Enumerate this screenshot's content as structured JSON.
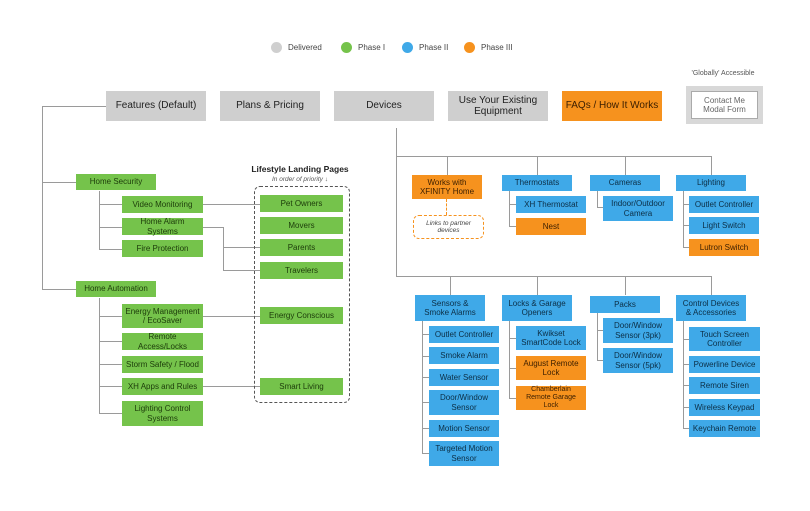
{
  "legend": [
    {
      "label": "Delivered",
      "color": "#cfcfcf"
    },
    {
      "label": "Phase I",
      "color": "#75c34b"
    },
    {
      "label": "Phase II",
      "color": "#3fa9e8"
    },
    {
      "label": "Phase III",
      "color": "#f6921e"
    }
  ],
  "top_nav": {
    "features": "Features (Default)",
    "plans": "Plans & Pricing",
    "devices": "Devices",
    "use_equipment": "Use Your Existing Equipment",
    "faqs": "FAQs / How It Works",
    "contact": "Contact Me Modal Form",
    "globally_note": "'Globally' Accessible"
  },
  "features": {
    "home_security": "Home Security",
    "security_items": [
      "Video Monitoring",
      "Home Alarm Systems",
      "Fire Protection"
    ],
    "home_automation": "Home Automation",
    "automation_items": [
      "Energy Management / EcoSaver",
      "Remote Access/Locks",
      "Storm Safety / Flood",
      "XH Apps and Rules",
      "Lighting Control Systems"
    ]
  },
  "lifestyle": {
    "title": "Lifestyle Landing Pages",
    "subtitle": "In order of priority ↓",
    "pages": [
      "Pet Owners",
      "Movers",
      "Parents",
      "Travelers",
      "Energy Conscious",
      "Smart Living"
    ]
  },
  "devices": {
    "works_with": "Works with XFINITY Home",
    "partner_note": "Links to partner devices",
    "thermostats": "Thermostats",
    "thermostat_items": [
      "XH Thermostat",
      "Nest"
    ],
    "cameras": "Cameras",
    "camera_items": [
      "Indoor/Outdoor Camera"
    ],
    "lighting": "Lighting",
    "lighting_items": [
      "Outlet Controller",
      "Light Switch",
      "Lutron Switch"
    ],
    "sensors": "Sensors & Smoke Alarms",
    "sensor_items": [
      "Outlet Controller",
      "Smoke Alarm",
      "Water Sensor",
      "Door/Window Sensor",
      "Motion Sensor",
      "Targeted Motion Sensor"
    ],
    "locks": "Locks & Garage Openers",
    "lock_items": [
      "Kwikset SmartCode Lock",
      "August Remote Lock",
      "Chamberlain Remote Garage Lock"
    ],
    "packs": "Packs",
    "pack_items": [
      "Door/Window Sensor (3pk)",
      "Door/Window Sensor (5pk)"
    ],
    "control": "Control Devices & Accessories",
    "control_items": [
      "Touch Screen Controller",
      "Powerline Device",
      "Remote Siren",
      "Wireless Keypad",
      "Keychain Remote"
    ]
  }
}
